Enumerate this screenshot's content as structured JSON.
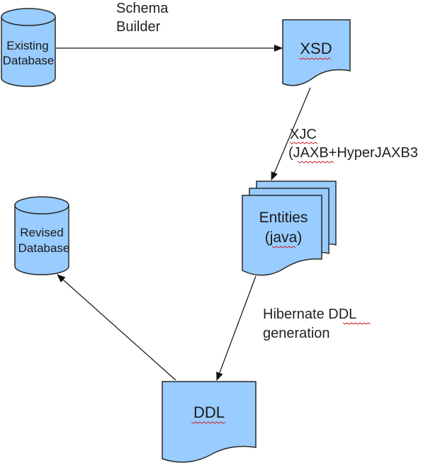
{
  "colors": {
    "shape_fill": "#99ccff",
    "shape_stroke": "#2a2a2a",
    "arrow": "#111111",
    "text": "#1a1a1a",
    "spellcheck": "#cc2222"
  },
  "nodes": {
    "existing_db": {
      "line1": "Existing",
      "line2": "Database",
      "icon": "database-cylinder"
    },
    "xsd": {
      "label": "XSD",
      "icon": "document"
    },
    "entities": {
      "line1": "Entities",
      "line2": "(java)",
      "icon": "multi-document"
    },
    "revised_db": {
      "line1": "Revised",
      "line2": "Database",
      "icon": "database-cylinder"
    },
    "ddl": {
      "label": "DDL",
      "icon": "document"
    }
  },
  "edges": {
    "schema_builder": {
      "line1": "Schema",
      "line2": "Builder"
    },
    "xjc": {
      "line1": "XJC",
      "line2": "(JAXB+HyperJAXB3"
    },
    "hibernate": {
      "line1": "Hibernate DDL",
      "line2": "generation"
    }
  }
}
